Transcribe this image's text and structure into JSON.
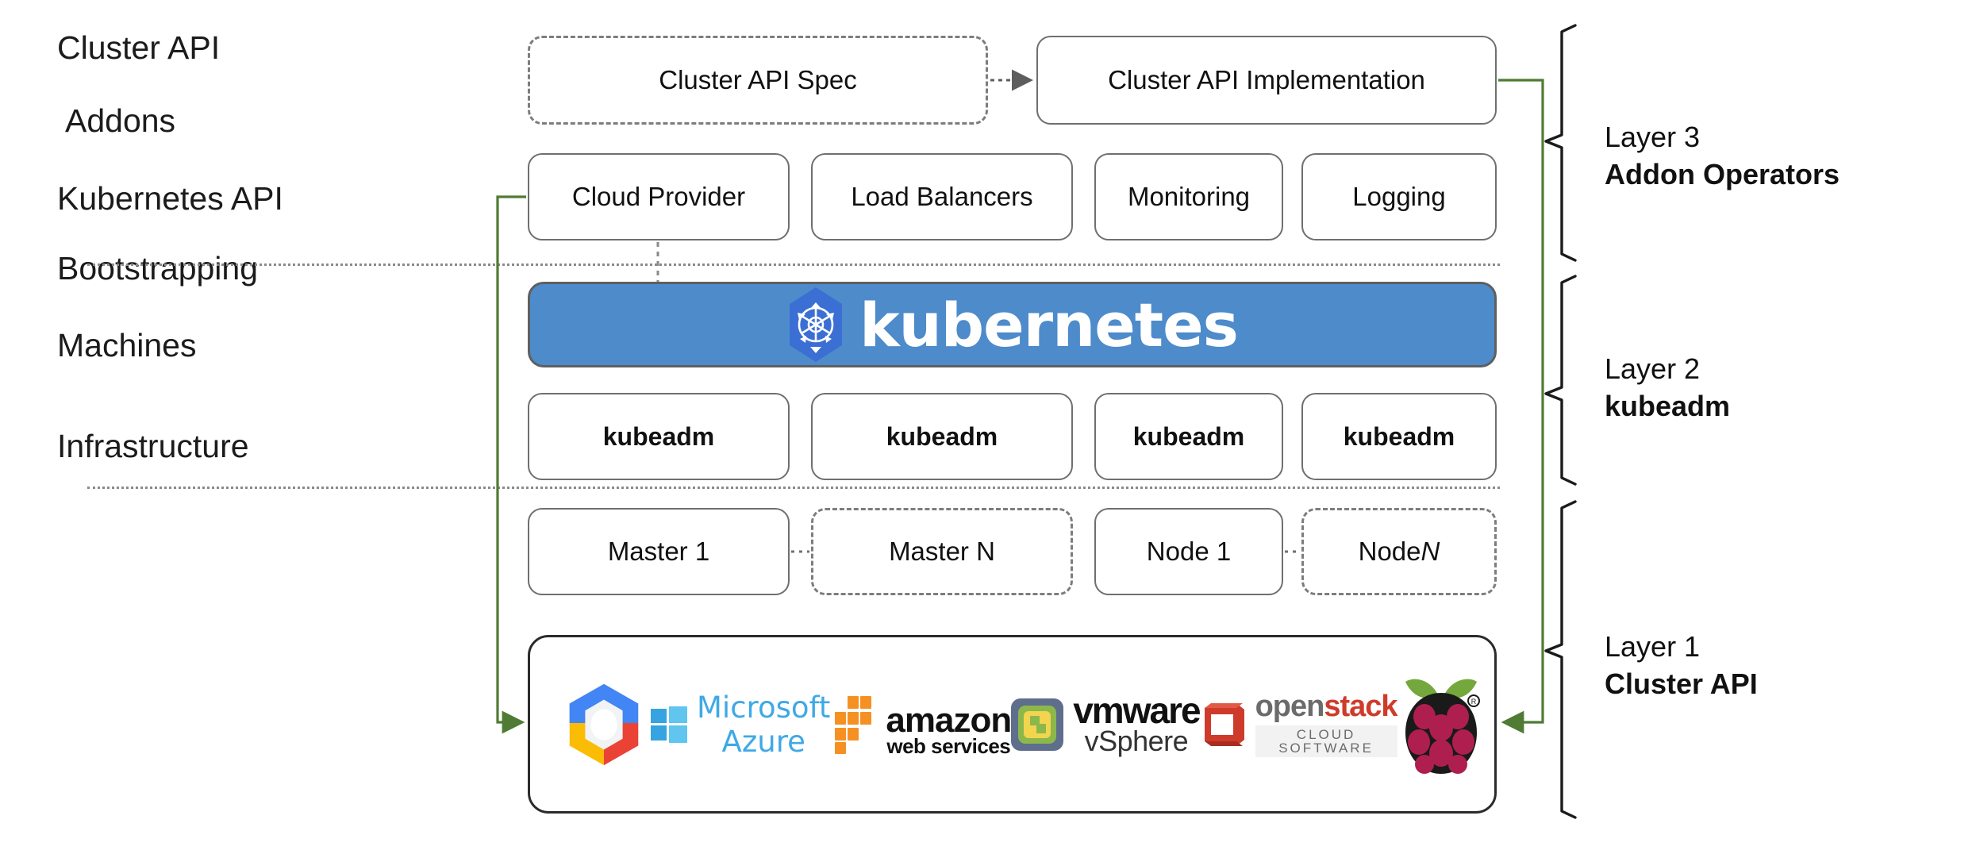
{
  "diagram": {
    "title": "Kubernetes Cluster API layered architecture",
    "accent_green": "#4f7b34",
    "kubernetes_blue": "#4d8bcb",
    "box_border": "#6f6f6f"
  },
  "row_labels": [
    {
      "id": "cluster-api",
      "text": "Cluster API"
    },
    {
      "id": "addons",
      "text": "Addons"
    },
    {
      "id": "kubernetes-api",
      "text": "Kubernetes API"
    },
    {
      "id": "bootstrapping",
      "text": "Bootstrapping"
    },
    {
      "id": "machines",
      "text": "Machines"
    },
    {
      "id": "infrastructure",
      "text": "Infrastructure"
    }
  ],
  "cluster_api_row": {
    "spec": {
      "label": "Cluster API Spec",
      "style": "dashed"
    },
    "implementation": {
      "label": "Cluster API Implementation",
      "style": "solid"
    }
  },
  "addons_row": [
    {
      "label": "Cloud Provider"
    },
    {
      "label": "Load Balancers"
    },
    {
      "label": "Monitoring"
    },
    {
      "label": "Logging"
    }
  ],
  "kubernetes_banner": {
    "wordmark": "kubernetes",
    "logo": "kubernetes-helm-wheel-icon"
  },
  "bootstrapping_row": [
    {
      "label": "kubeadm"
    },
    {
      "label": "kubeadm"
    },
    {
      "label": "kubeadm"
    },
    {
      "label": "kubeadm"
    }
  ],
  "machines_row": [
    {
      "label": "Master 1",
      "style": "solid"
    },
    {
      "label": "Master N",
      "style": "dashed"
    },
    {
      "label": "Node 1",
      "style": "solid"
    },
    {
      "label": "Node N",
      "style": "dashed",
      "italic_suffix": "N",
      "prefix": "Node "
    }
  ],
  "infrastructure_row": {
    "providers": [
      {
        "name": "google-cloud-platform-logo",
        "label": ""
      },
      {
        "name": "microsoft-azure-logo",
        "label": "Microsoft Azure"
      },
      {
        "name": "amazon-web-services-logo",
        "label": "amazon",
        "sublabel": "web services"
      },
      {
        "name": "vmware-vsphere-logo",
        "label": "vmware",
        "sublabel": "vSphere"
      },
      {
        "name": "openstack-logo",
        "label": "openstack",
        "sublabel": "CLOUD SOFTWARE"
      },
      {
        "name": "raspberry-pi-logo",
        "label": ""
      }
    ]
  },
  "layers": [
    {
      "id": "layer-3",
      "number": "Layer 3",
      "name": "Addon Operators"
    },
    {
      "id": "layer-2",
      "number": "Layer 2",
      "name": "kubeadm"
    },
    {
      "id": "layer-1",
      "number": "Layer 1",
      "name": "Cluster API"
    }
  ]
}
